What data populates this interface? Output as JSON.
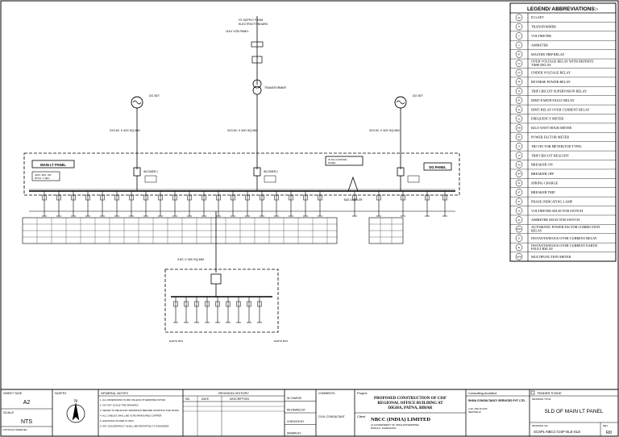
{
  "legend": {
    "title": "LEGEND/ ABBREVIATIONS:-",
    "items": [
      {
        "symbol": "DG",
        "label": "D.G.SET"
      },
      {
        "symbol": "TX",
        "label": "TRANSFORMER"
      },
      {
        "symbol": "V",
        "label": "VOLTMETER"
      },
      {
        "symbol": "A",
        "label": "AMMETER"
      },
      {
        "symbol": "MT",
        "label": "MASTER TRIP RELAY"
      },
      {
        "symbol": "OV",
        "label": "OVER VOLTAGE RELAY WITH DEFINITE TIME DELAY"
      },
      {
        "symbol": "UV",
        "label": "UNDER VOLTAGE RELAY"
      },
      {
        "symbol": "RP",
        "label": "REVERSE POWER RELAY"
      },
      {
        "symbol": "TC",
        "label": "TRIP CIRCUIT SUPERVISION RELAY"
      },
      {
        "symbol": "EF",
        "label": "IDMT EARTH FAULT RELAY"
      },
      {
        "symbol": "OC",
        "label": "IDMT RELAY OVER CURRENT RELAY"
      },
      {
        "symbol": "Hz",
        "label": "FREQUENCY METER"
      },
      {
        "symbol": "kWh",
        "label": "KILO WATT HOUR METER"
      },
      {
        "symbol": "PF",
        "label": "POWER FACTOR METER"
      },
      {
        "symbol": "TV",
        "label": "TRI VECTOR METER(TOD TYPE)"
      },
      {
        "symbol": "TH",
        "label": "TRIP CIRCUIT HEALTHY"
      },
      {
        "symbol": "ON",
        "label": "BREAKER ON"
      },
      {
        "symbol": "OFF",
        "label": "BREAKER OFF"
      },
      {
        "symbol": "SC",
        "label": "SPRING CHARGE"
      },
      {
        "symbol": "BT",
        "label": "BREAKER TRIP"
      },
      {
        "symbol": "PL",
        "label": "PHASE INDICATING LAMP"
      },
      {
        "symbol": "VS",
        "label": "VOLTMETER SELECTOR SWITCH"
      },
      {
        "symbol": "AS",
        "label": "AMMETER SELECTOR SWITCH"
      },
      {
        "symbol": "APFC",
        "label": "AUTOMATIC POWER FACTOR CORRECTION RELAY"
      },
      {
        "symbol": "IO",
        "label": "INSTANTANEOUS OVER CURRENT RELAY"
      },
      {
        "symbol": "IE",
        "label": "INSTANTANEOUS OVER CURRENT EARTH FAULT RELAY"
      },
      {
        "symbol": "MFM",
        "label": "MULTIFUNCTION METER"
      }
    ]
  },
  "diagram": {
    "panel_main": "MAIN LT PANEL",
    "panel_dg": "DG PANEL",
    "feeder_left": "2X3.5C X 400 SQ.MM",
    "feeder_mid": "3X3.5C X 400 SQ.MM",
    "feeder_right": "3X3.5C X 400 SQ.MM",
    "feeder_sub": "3.5C X 300 SQ.MM",
    "bus_coupler": "BUS COUPLER",
    "incomer_1": "INCOMER-1",
    "incomer_2": "INCOMER-2"
  },
  "title_block": {
    "sheet_size_label": "SHEET SIZE",
    "sheet_size": "A2",
    "scale_label": "SCALE",
    "scale": "NTS",
    "north_label": "NORTH",
    "north_letter": "N",
    "general_notes_label": "GENERAL NOTES",
    "notes": [
      "1. ALL DIMENSIONS IN MM UNLESS OTHERWISE NOTED.",
      "2. DO NOT SCALE THE DRAWING.",
      "3. REFER TO RELEVANT DRAWINGS BEFORE STARTING THE WORK.",
      "4. ALL CABLES SHALL BE XLPE ARMOURED COPPER.",
      "5. EARTHING AS PER IS 3043.",
      "6. ANY DISCREPANCY SHALL BE REPORTED TO ENGINEER."
    ],
    "revision_history_label": "REVISION HISTORY",
    "rev_no_label": "NO.",
    "rev_date_label": "DATE",
    "rev_desc_label": "DESCRIPTION",
    "approvals": [
      "IN CHARGE",
      "REVIEWED BY",
      "CHECKED BY",
      "DRAWN BY"
    ],
    "comments_label": "COMMENTS",
    "owner_label": "CIVIL CONSULTANT",
    "project_label": "Project",
    "project_lines": [
      "PROPOSED CONSTRUCTION OF CISF",
      "REGIONAL OFFICE BUILDING AT",
      "DIGHA, PATNA, BIHAR"
    ],
    "client_label": "Client",
    "client_name": "NBCC (INDIA) LIMITED",
    "client_sub": [
      "(A GOVERNMENT OF INDIA ENTERPRISE)",
      "RANCHI, JHARKHAND"
    ],
    "consultant_label": "Consulting Architect",
    "consultant_name": "SHIVA CONSULTANCY SERVICES PVT. LTD.",
    "stage_label": "TENDER STAGE",
    "drawing_title_label": "DRAWING TITLE",
    "drawing_title": "SLD OF MAIN LT PANEL",
    "drawing_no_label": "DRAWING NO.",
    "drawing_no": "SCSPL-NBCC-CISF-ELE-SLD",
    "rev_label": "REV",
    "rev": "R0",
    "copyright": "COPYRIGHT RESERVED"
  },
  "colors": {
    "line": "#000000",
    "paper": "#ffffff"
  }
}
